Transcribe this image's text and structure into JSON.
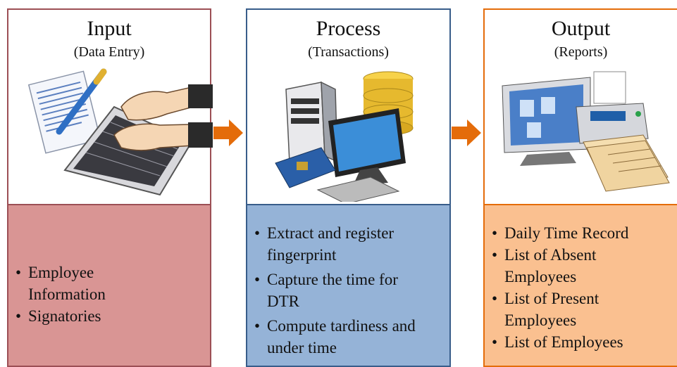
{
  "columns": [
    {
      "title": "Input",
      "subtitle": "(Data Entry)",
      "illustration": "typing-on-keyboard-icon",
      "items": [
        "Employee Information",
        "Signatories"
      ]
    },
    {
      "title": "Process",
      "subtitle": "(Transactions)",
      "illustration": "computer-database-icon",
      "items": [
        "Extract and register fingerprint",
        "Capture the time for DTR",
        "Compute tardiness and under time"
      ]
    },
    {
      "title": "Output",
      "subtitle": "(Reports)",
      "illustration": "computer-printer-icon",
      "items": [
        "Daily Time Record",
        "List of Absent Employees",
        "List of Present Employees",
        "List of Employees"
      ]
    }
  ],
  "colors": {
    "input_fill": "#d99594",
    "input_border": "#9c4f55",
    "process_fill": "#95b3d7",
    "process_border": "#385d8a",
    "output_fill": "#fac090",
    "output_border": "#e46c0a",
    "arrow": "#e46c0a"
  }
}
